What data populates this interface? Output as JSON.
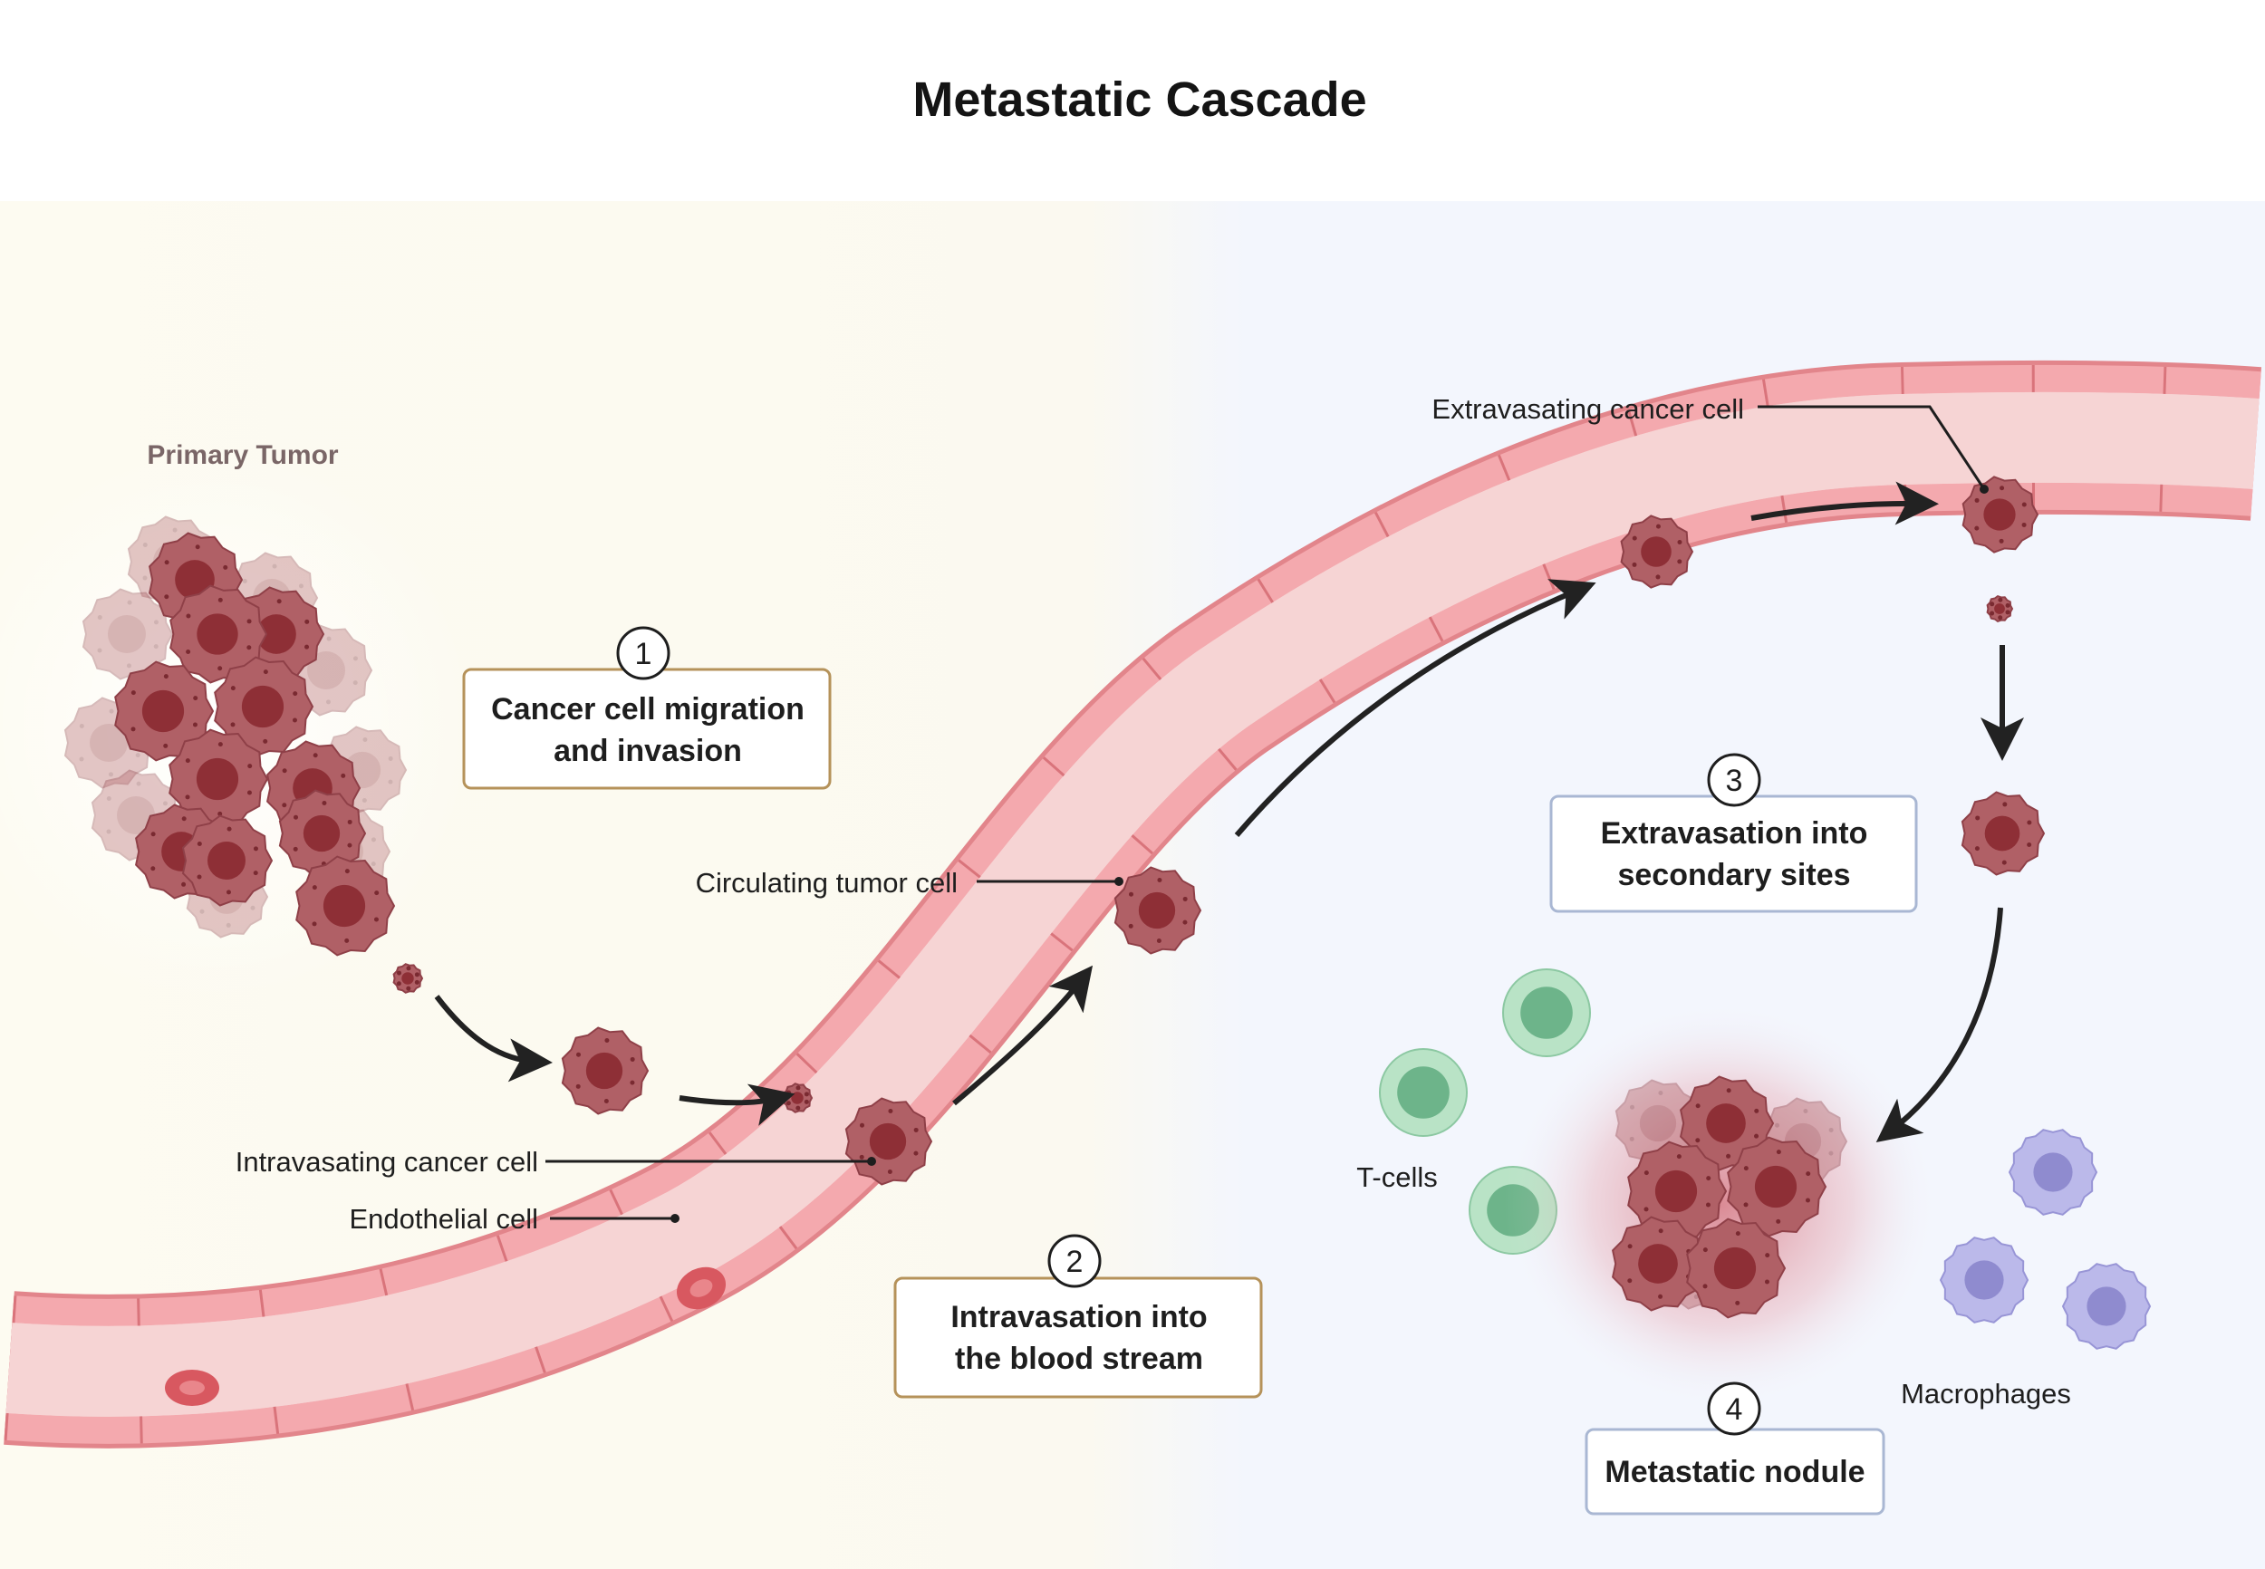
{
  "title": "Metastatic Cascade",
  "regions": {
    "primary_tumor": "Primary Tumor"
  },
  "callouts": {
    "extravasating_cancer_cell": "Extravasating cancer cell",
    "circulating_tumor_cell": "Circulating tumor cell",
    "intravasating_cancer_cell": "Intravasating cancer cell",
    "endothelial_cell": "Endothelial cell",
    "t_cells": "T-cells",
    "macrophages": "Macrophages"
  },
  "steps": [
    {
      "number": "1",
      "line1": "Cancer cell migration",
      "line2": "and invasion"
    },
    {
      "number": "2",
      "line1": "Intravasation into",
      "line2": "the blood stream"
    },
    {
      "number": "3",
      "line1": "Extravasation into",
      "line2": "secondary sites"
    },
    {
      "number": "4",
      "line1": "Metastatic nodule",
      "line2": ""
    }
  ],
  "colors": {
    "left_background": "#fdfbf1",
    "right_background": "#f3f6fd",
    "vessel_wall": "#f2a5a9",
    "vessel_lumen": "#f6d4d4",
    "cancer_cell": "#b06066",
    "cancer_nucleus": "#8e2f36",
    "t_cell": "#b9e3c6",
    "macrophage": "#bbb9ea",
    "step_box_left_border": "#b5925a",
    "step_box_right_border": "#a9b7d3"
  }
}
